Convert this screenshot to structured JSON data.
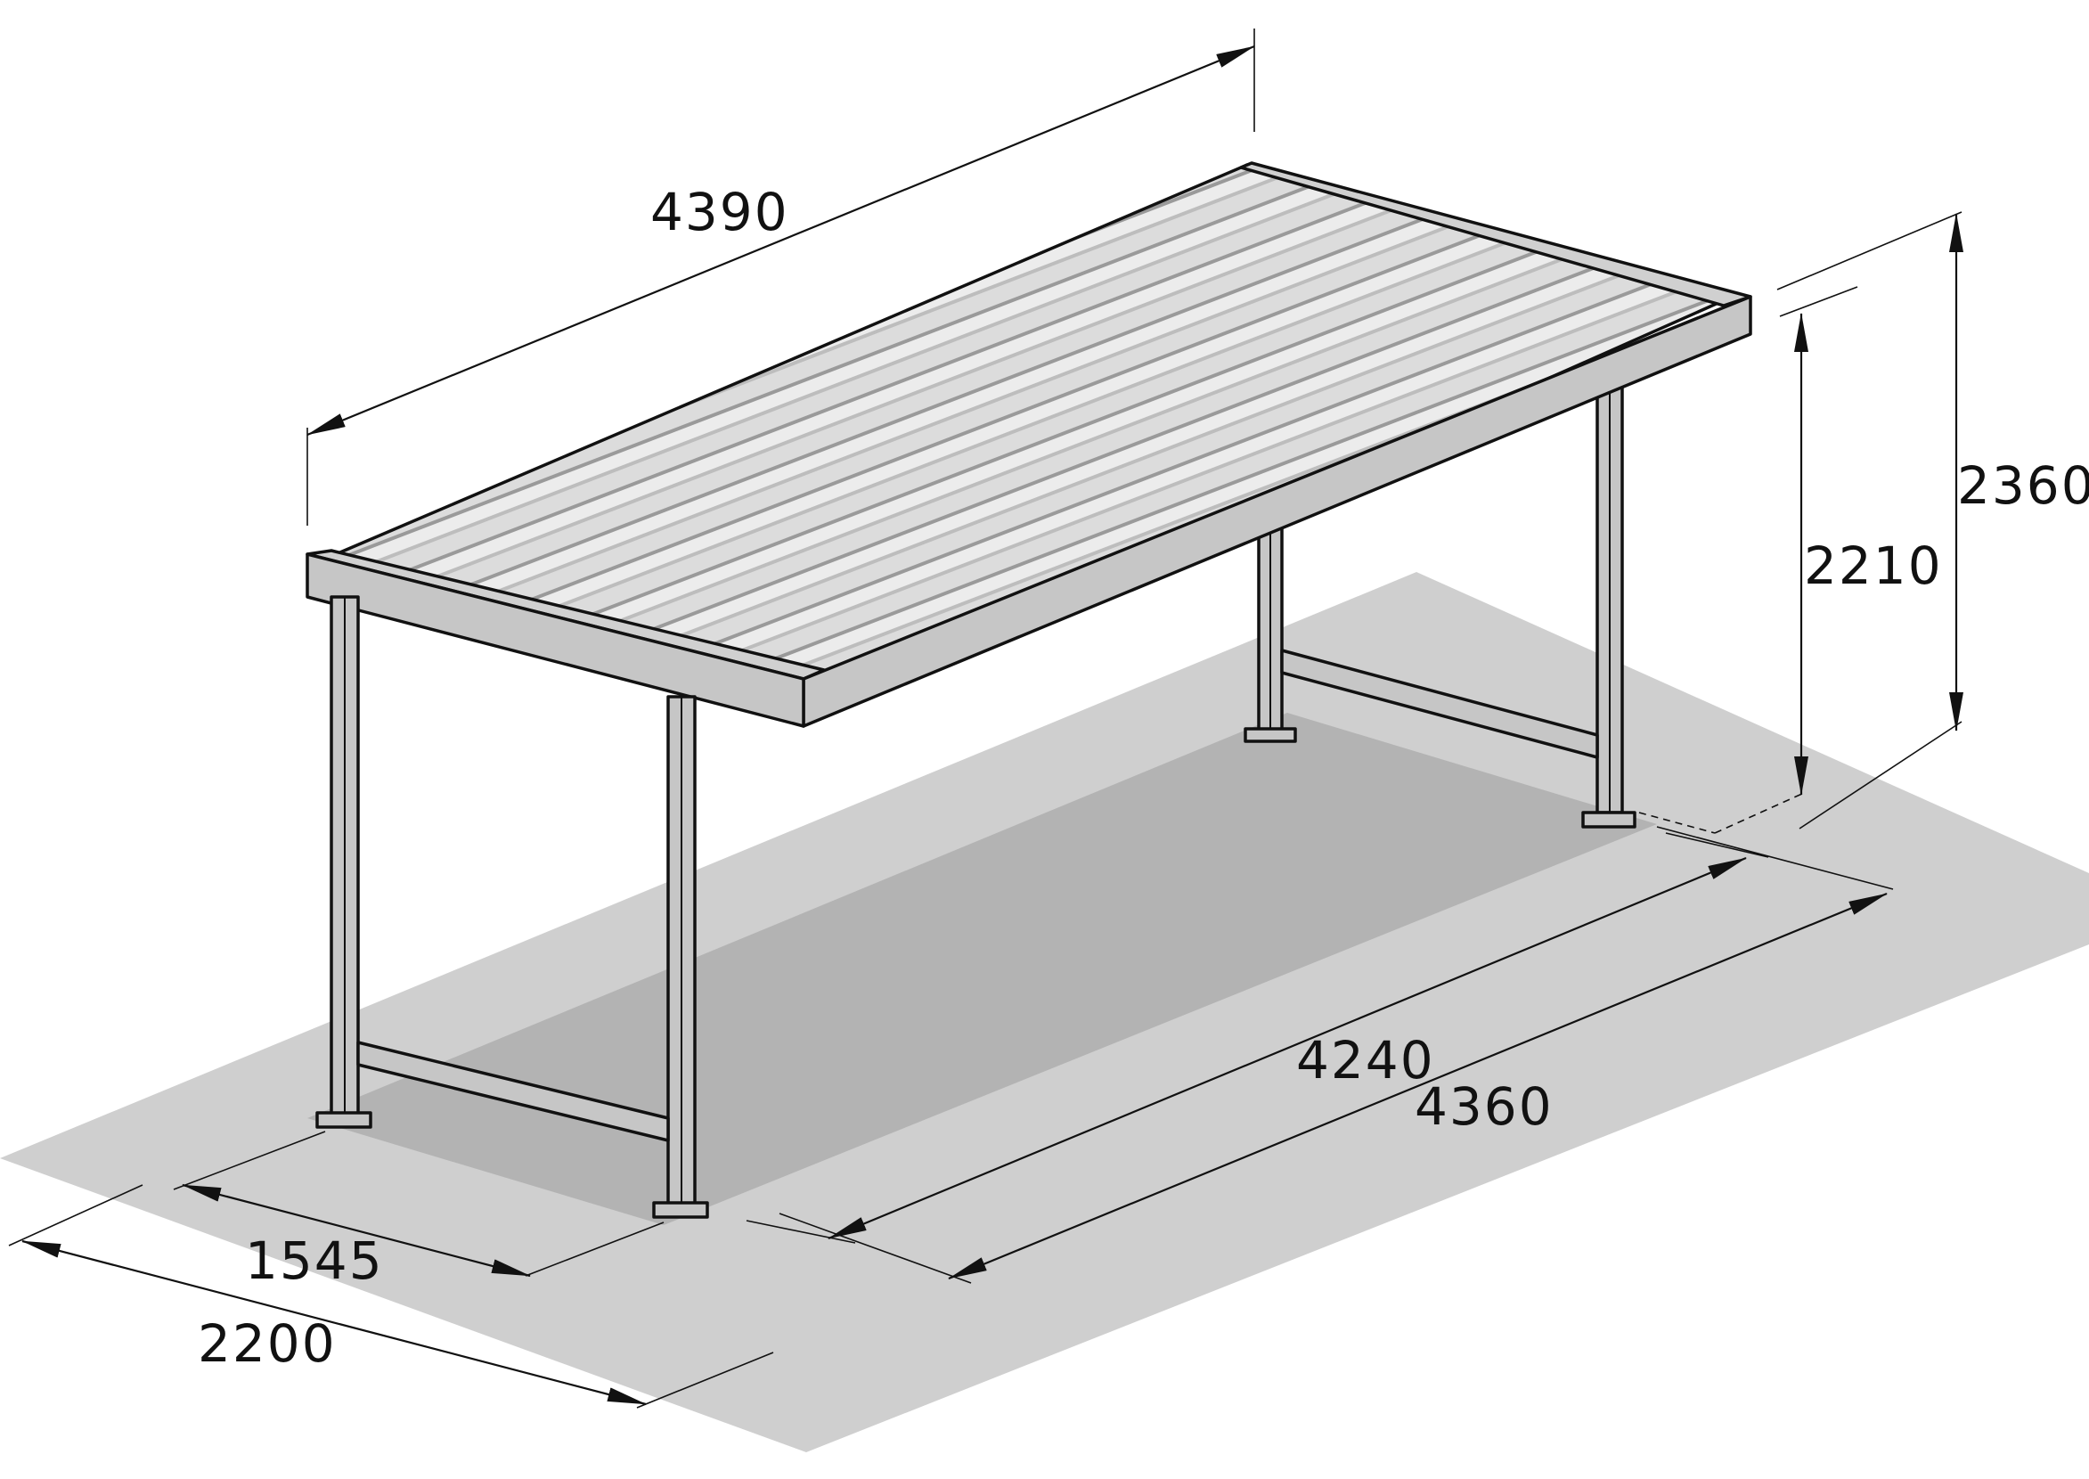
{
  "diagram": {
    "colors": {
      "ground": "#cfcfcf",
      "shadow": "#b3b3b3",
      "frame": "#c6c6c6",
      "roof": "#d8d8d8",
      "line": "#111111",
      "background": "#ffffff"
    },
    "dimensions": {
      "roof_length": "4390",
      "overall_height": "2360",
      "clear_height": "2210",
      "post_spacing_length": "4240",
      "overall_length": "4360",
      "post_spacing_width": "1545",
      "overall_width": "2200"
    }
  }
}
